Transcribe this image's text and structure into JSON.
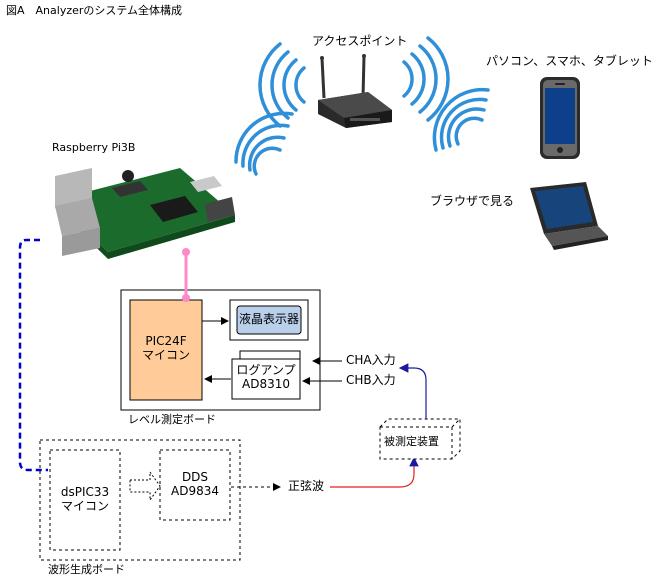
{
  "title": "図A　Analyzerのシステム全体構成",
  "access_point": {
    "label": "アクセスポイント"
  },
  "devices": {
    "label": "パソコン、スマホ、タブレット",
    "browser_label": "ブラウザで見る"
  },
  "raspberry": {
    "label": "Raspberry Pi3B"
  },
  "level_board": {
    "label": "レベル測定ボード",
    "mcu_line1": "PIC24F",
    "mcu_line2": "マイコン",
    "lcd": "液晶表示器",
    "amp_line1": "ログアンプ",
    "amp_line2": "AD8310",
    "cha": "CHA入力",
    "chb": "CHB入力"
  },
  "wave_board": {
    "label": "波形生成ボード",
    "mcu_line1": "dsPIC33",
    "mcu_line2": "マイコン",
    "dds_line1": "DDS",
    "dds_line2": "AD9834",
    "sine": "正弦波"
  },
  "dut": {
    "label": "被測定装置"
  },
  "colors": {
    "mcu_fill": "#ffcc99",
    "lcd_fill": "#b9cfea",
    "wifi_blue": "#2f8fd8",
    "pink_link": "#ff88c8",
    "dark_blue_link": "#0000cc",
    "signal_red": "#e02020",
    "signal_blue": "#1a1aa0"
  }
}
